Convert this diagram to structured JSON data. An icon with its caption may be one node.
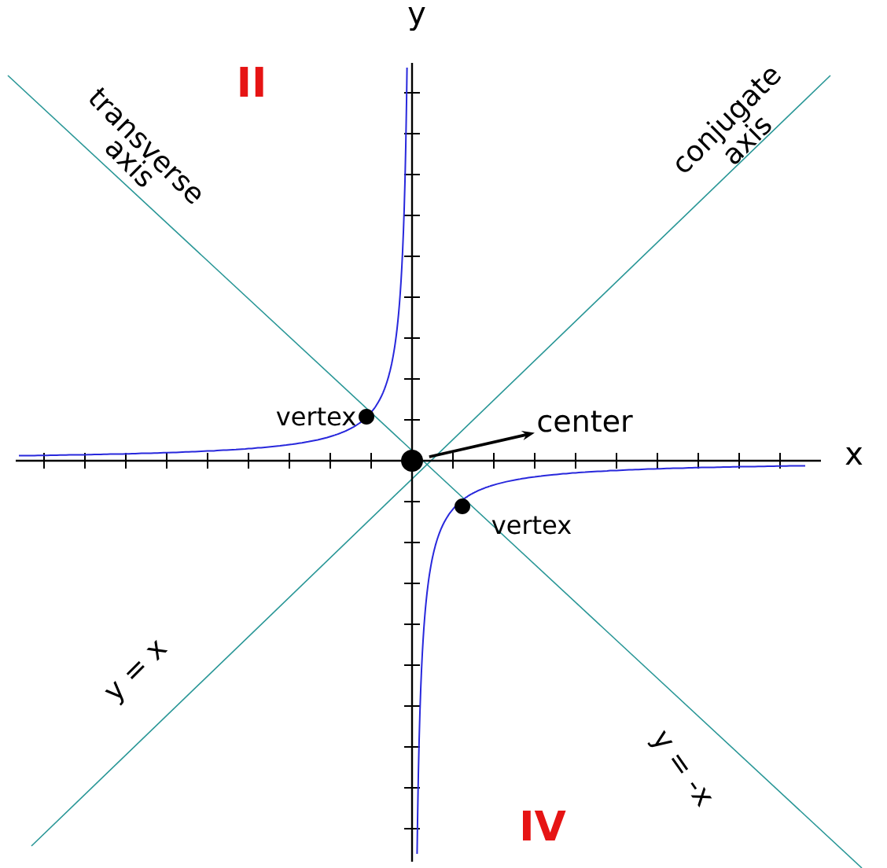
{
  "diagram": {
    "nodes": [
      {
        "text": [],
        "shape": "circle",
        "beside": [
          "vertex"
        ]
      },
      {
        "text": [
          "center"
        ]
      },
      {
        "text": [],
        "shape": "circle"
      },
      {
        "text": [],
        "shape": "circle",
        "beside": [
          "vertex"
        ]
      }
    ],
    "edges": [
      {
        "from": 2,
        "to": 1,
        "arrow": "to"
      }
    ],
    "labels": [
      "y",
      "II",
      "transverse axis",
      "conjugate axis",
      "x",
      "y = x",
      "y = -x",
      "IV"
    ]
  }
}
